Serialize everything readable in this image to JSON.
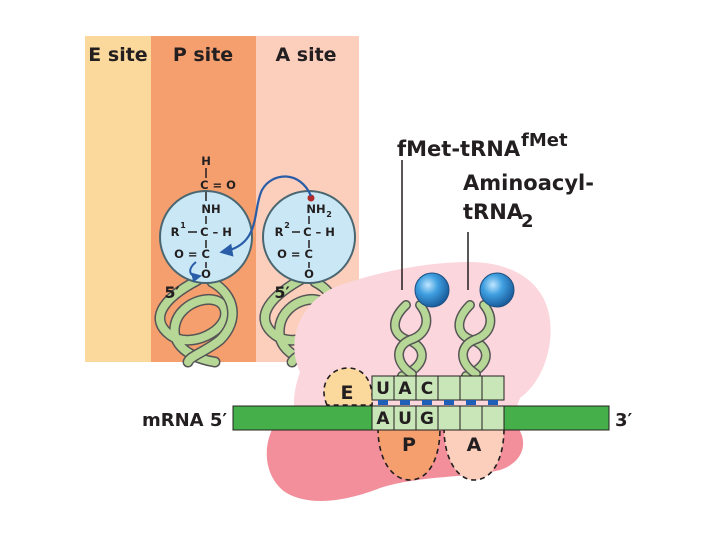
{
  "sites": {
    "e_site": "E site",
    "p_site": "P site",
    "a_site": "A site"
  },
  "p_molecule": {
    "h_top": "H",
    "c_o": "C = O",
    "nh": "NH",
    "r": "R",
    "r_sup": "1",
    "c_h": "C – H",
    "o_c": "O = C",
    "o_bottom": "O",
    "five_prime": "5′"
  },
  "a_molecule": {
    "nh": "NH",
    "nh_sub": "2",
    "r": "R",
    "r_sup": "2",
    "c_h": "C – H",
    "o_c": "O = C",
    "o_bottom": "O",
    "five_prime": "5′"
  },
  "labels": {
    "fmet_trna": "fMet-tRNA",
    "fmet_sup": "fMet",
    "aminoacyl_line1": "Aminoacyl-",
    "aminoacyl_line2": "tRNA",
    "aminoacyl_sub": "2",
    "mrna": "mRNA 5′",
    "three_prime": "3′"
  },
  "ribosome": {
    "e_slot": "E",
    "p_slot": "P",
    "a_slot": "A",
    "anticodon": [
      "U",
      "A",
      "C"
    ],
    "codon": [
      "A",
      "U",
      "G"
    ]
  },
  "colors": {
    "e_site_bg": "#fbd89b",
    "p_site_bg": "#f59e6e",
    "a_site_bg": "#fccfbd",
    "molecule_fill": "#c9e7f5",
    "molecule_stroke": "#4a6670",
    "trna_green": "#b7d796",
    "mrna_green": "#45b04a",
    "codon_box": "#c9e6b8",
    "ribosome_large": "#fbd6dc",
    "ribosome_small": "#f28f9a",
    "blue_ball": "#2f8fd6",
    "arrow_blue": "#2a5da8",
    "pair_blue": "#1f5fb8"
  }
}
